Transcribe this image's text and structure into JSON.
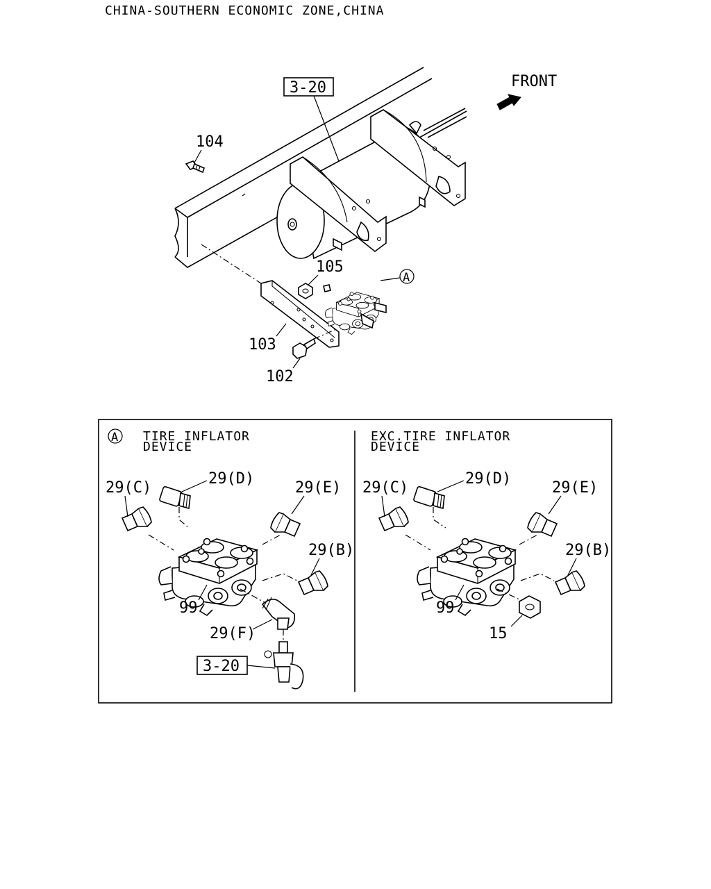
{
  "header": {
    "region": "CHINA-SOUTHERN ECONOMIC ZONE,CHINA"
  },
  "overview": {
    "front_label": "FRONT",
    "ref_box": "3-20",
    "callouts": {
      "bolt_104": "104",
      "nut_105": "105",
      "bracket_103": "103",
      "bolt_102": "102",
      "view_marker": "A"
    }
  },
  "detail": {
    "marker": "A",
    "left": {
      "title_line1": "TIRE INFLATOR",
      "title_line2": "DEVICE",
      "c": "29(C)",
      "d": "29(D)",
      "e": "29(E)",
      "b": "29(B)",
      "f": "29(F)",
      "valve": "99",
      "ref_box": "3-20"
    },
    "right": {
      "title_line1": "EXC.TIRE INFLATOR",
      "title_line2": "DEVICE",
      "c": "29(C)",
      "d": "29(D)",
      "e": "29(E)",
      "b": "29(B)",
      "valve": "99",
      "plug": "15"
    }
  }
}
